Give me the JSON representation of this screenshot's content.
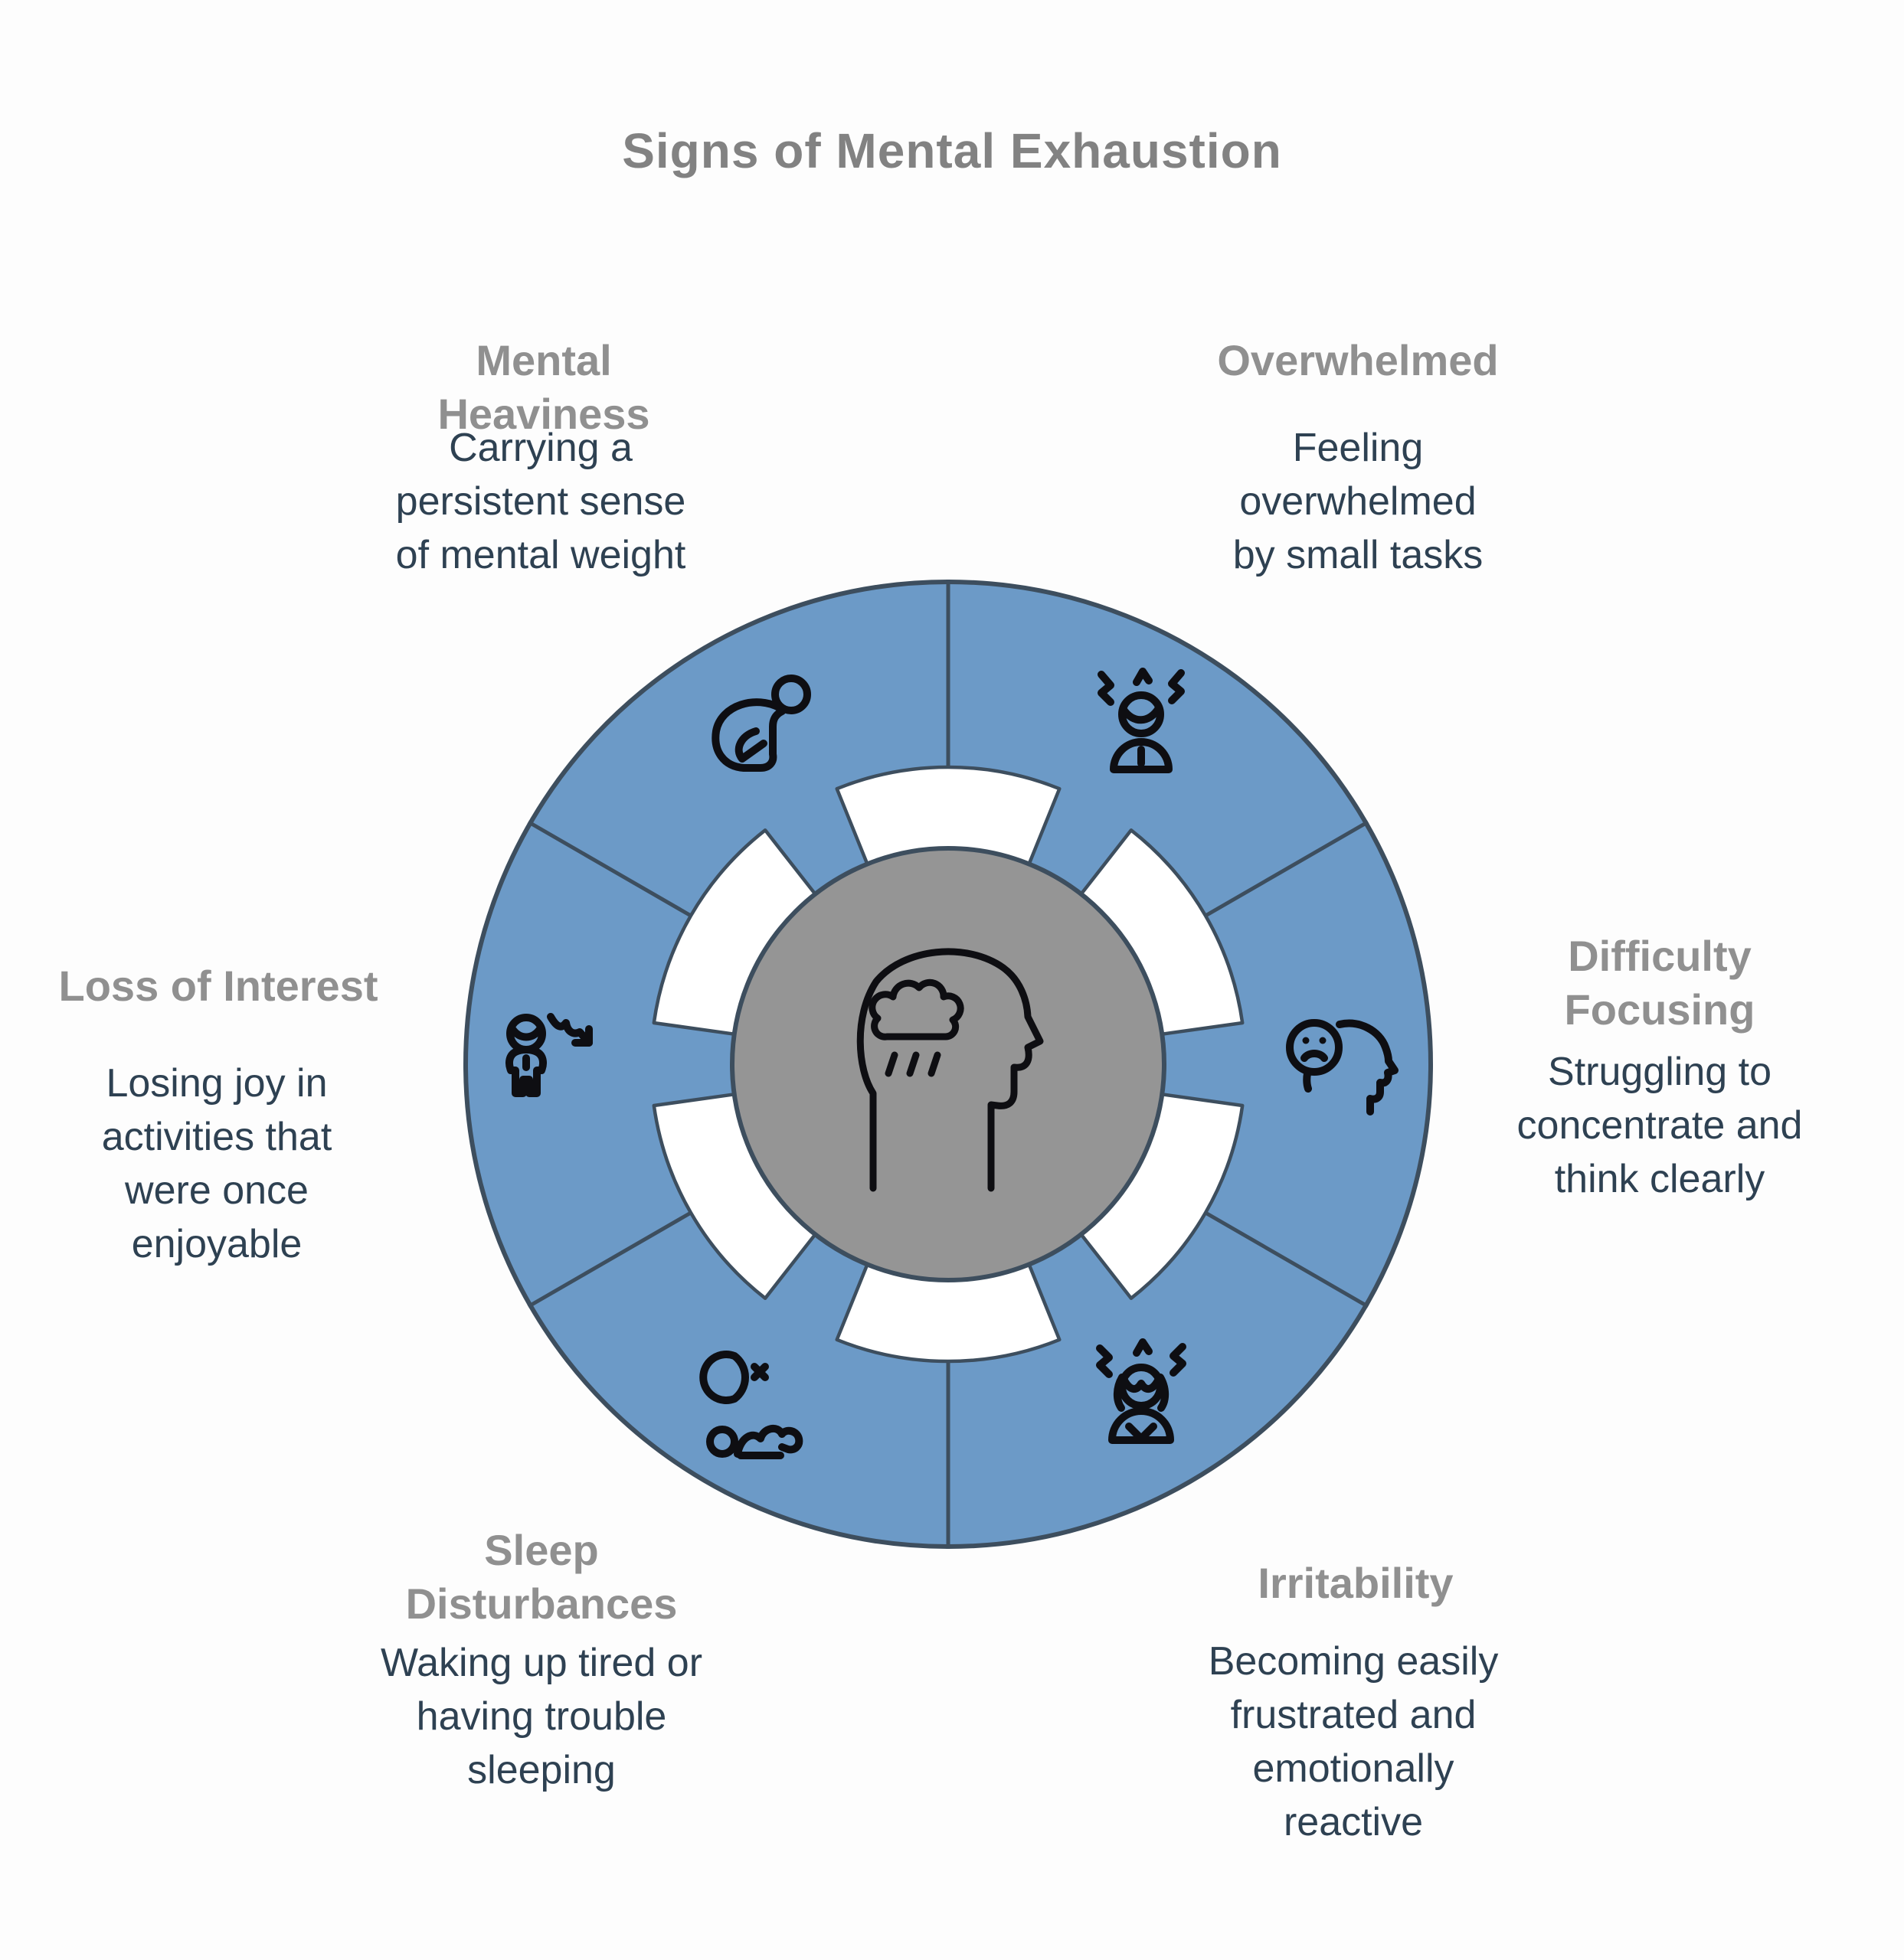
{
  "title": "Signs of Mental Exhaustion",
  "colors": {
    "segment_blue": "#6c9ac7",
    "outline_dark": "#3d4e5e",
    "hub_gray": "#959595",
    "icon_stroke": "#0e0e12",
    "heading_gray": "#909090",
    "title_gray": "#828282",
    "body_text": "#2e4152",
    "background": "#fdfdfd"
  },
  "center": {
    "icon": "head-with-rain-cloud-icon"
  },
  "segments": [
    {
      "id": "mental-heaviness",
      "position": "top-left",
      "heading": "Mental Heaviness",
      "description": "Carrying a persistent sense of mental weight",
      "icon": "kneeling-exhausted-person-icon"
    },
    {
      "id": "overwhelmed",
      "position": "top-right",
      "heading": "Overwhelmed",
      "description": "Feeling overwhelmed by small tasks",
      "icon": "stressed-person-icon"
    },
    {
      "id": "difficulty-focusing",
      "position": "right",
      "heading": "Difficulty Focusing",
      "description": "Struggling to concentrate and think clearly",
      "icon": "sad-face-head-profile-icon"
    },
    {
      "id": "irritability",
      "position": "bottom-right",
      "heading": "Irritability",
      "description": "Becoming easily frustrated and emotionally reactive",
      "icon": "stressed-woman-icon"
    },
    {
      "id": "sleep-disturbances",
      "position": "bottom-left",
      "heading": "Sleep Disturbances",
      "description": "Waking up tired or having trouble sleeping",
      "icon": "moon-and-sleeping-person-icon"
    },
    {
      "id": "loss-of-interest",
      "position": "left",
      "heading": "Loss of Interest",
      "description": "Losing joy in activities that were once enjoyable",
      "icon": "person-declining-arrow-icon"
    }
  ]
}
